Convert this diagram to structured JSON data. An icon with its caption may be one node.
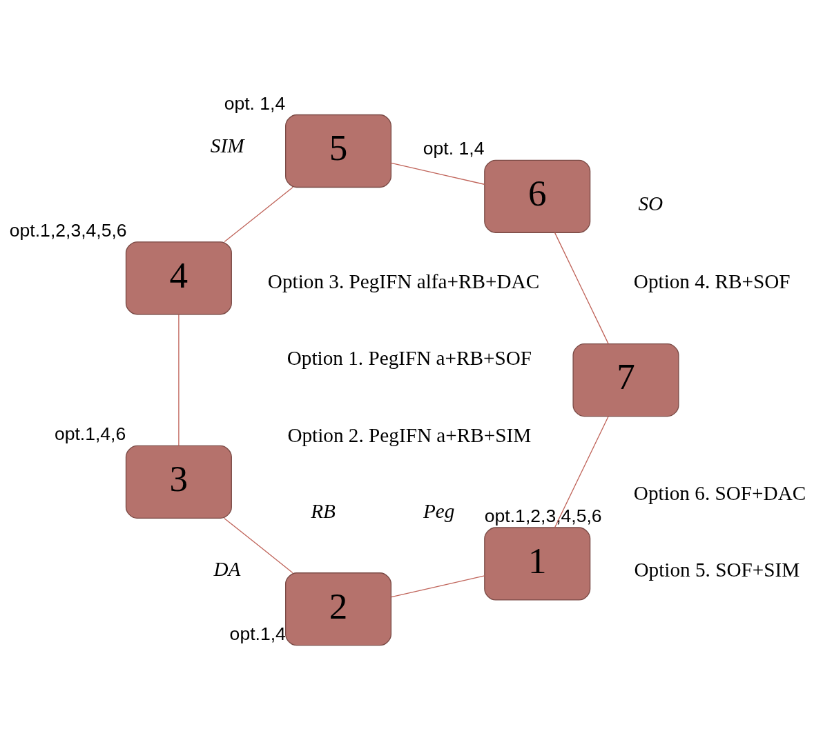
{
  "diagram": {
    "nodes": [
      {
        "text": [
          "1"
        ],
        "beside": [
          "opt.1,2,3,4,5,6"
        ]
      },
      {
        "text": [
          "2"
        ],
        "beside": [
          "opt.1,4"
        ]
      },
      {
        "text": [
          "3"
        ],
        "beside": [
          "opt.1,4,6"
        ]
      },
      {
        "text": [
          "4"
        ],
        "beside": [
          "opt.1,2,3,4,5,6"
        ]
      },
      {
        "text": [
          "5"
        ],
        "beside": [
          "opt. 1,4"
        ]
      },
      {
        "text": [
          "6"
        ],
        "beside": [
          "opt. 1,4"
        ]
      },
      {
        "text": [
          "7"
        ]
      }
    ],
    "edges": [
      {
        "from": 0,
        "to": 1,
        "arrow": "none"
      },
      {
        "from": 1,
        "to": 2,
        "arrow": "none"
      },
      {
        "from": 2,
        "to": 3,
        "arrow": "none"
      },
      {
        "from": 3,
        "to": 4,
        "arrow": "none"
      },
      {
        "from": 4,
        "to": 5,
        "arrow": "none"
      },
      {
        "from": 5,
        "to": 6,
        "arrow": "none"
      },
      {
        "from": 6,
        "to": 0,
        "arrow": "none"
      }
    ],
    "labels": [
      "Option 1. PegIFN a+RB+SOF",
      "Option 2. PegIFN a+RB+SIM",
      "Option 3. PegIFN alfa+RB+DAC",
      "Option 4. RB+SOF",
      "Option 5. SOF+SIM",
      "Option 6. SOF+DAC",
      "Peg",
      "RB",
      "SO",
      "SIM",
      "DA"
    ]
  }
}
